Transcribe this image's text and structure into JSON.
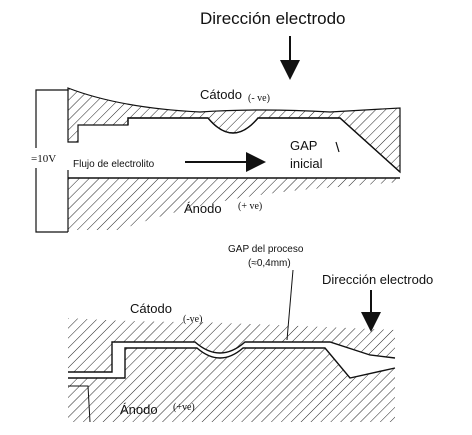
{
  "top_diagram": {
    "title": "Dirección electrodo",
    "cathode_label": "Cátodo",
    "cathode_sign": "(- ve)",
    "anode_label": "Ánodo",
    "anode_sign": "(+ ve)",
    "voltage": "=10V",
    "flow_label": "Flujo de electrolito",
    "gap_label_line1": "GAP",
    "gap_label_line2": "inicial"
  },
  "bottom_diagram": {
    "gap_label_line1": "GAP del proceso",
    "gap_label_line2": "(≈0,4mm)",
    "direction_label": "Dirección electrodo",
    "cathode_label": "Cátodo",
    "cathode_sign": "(-ve)",
    "anode_label": "Ánodo",
    "anode_sign": "(+ve)"
  }
}
